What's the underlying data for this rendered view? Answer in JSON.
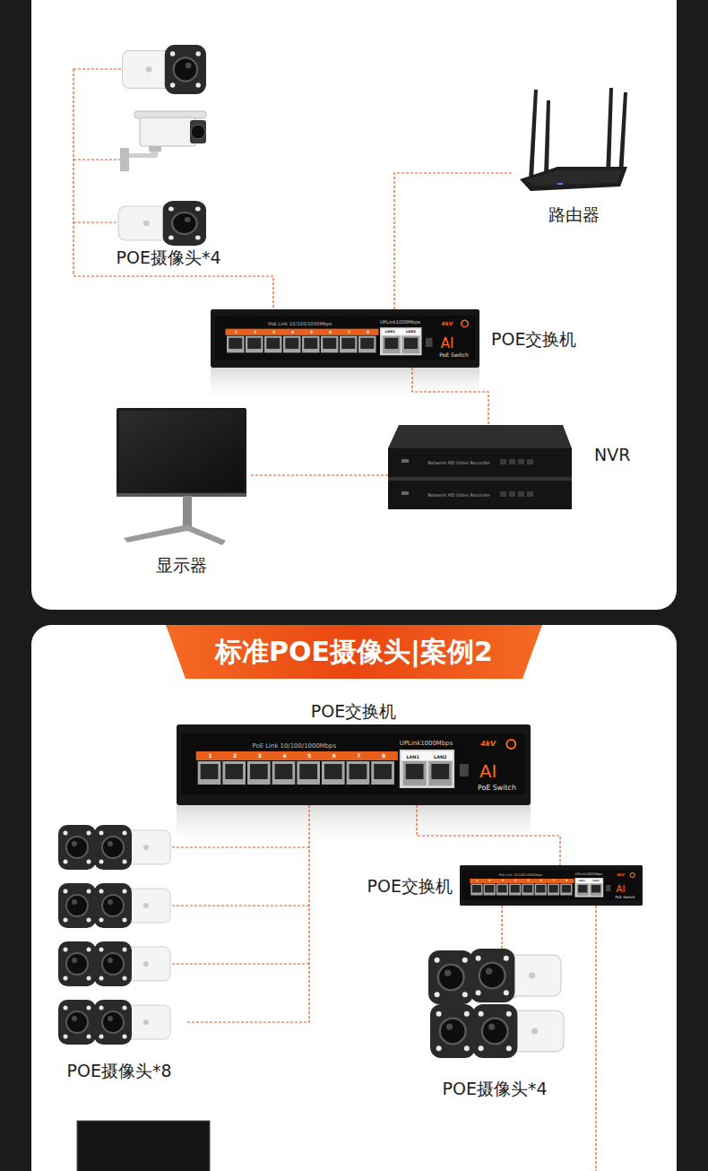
{
  "diagram": {
    "nodes": [
      {
        "text": [
          "POE摄像头*4"
        ]
      },
      {
        "text": [
          "路由器"
        ]
      },
      {
        "text": [
          "POE交换机"
        ]
      },
      {
        "text": [
          "显示器"
        ]
      },
      {
        "text": [
          "NVR"
        ]
      },
      {
        "text": [
          "标准POE摄像头|案例2"
        ]
      },
      {
        "text": [
          "POE交换机"
        ]
      },
      {
        "text": [
          "POE摄像头*8"
        ]
      },
      {
        "text": [
          "POE交换机"
        ]
      },
      {
        "text": [
          "POE摄像头*4"
        ]
      }
    ],
    "edges": [
      {
        "from": 0,
        "to": 2,
        "arrow": "none"
      },
      {
        "from": 2,
        "to": 1,
        "arrow": "none"
      },
      {
        "from": 2,
        "to": 4,
        "arrow": "none"
      },
      {
        "from": 4,
        "to": 3,
        "arrow": "none"
      },
      {
        "from": 6,
        "to": 7,
        "arrow": "none"
      },
      {
        "from": 6,
        "to": 8,
        "arrow": "none"
      },
      {
        "from": 8,
        "to": 9,
        "arrow": "none"
      }
    ],
    "labels": [
      "PoE Link 10/100/1000Mbps",
      "1",
      "2",
      "3",
      "4",
      "5",
      "6",
      "7",
      "8",
      "UPLink1000Mbps",
      "LAN1",
      "LAN2",
      "4kV",
      "AI",
      "PoE Switch",
      "Network HD Video Recorder",
      "Network HD Video Recorder",
      "PoE Link 10/100/1000Mbps",
      "1",
      "2",
      "3",
      "4",
      "5",
      "6",
      "7",
      "8",
      "UPLink1000Mbps",
      "LAN1",
      "LAN2",
      "4kV",
      "AI",
      "PoE Switch",
      "PoE Link 10/100/1000Mbps",
      "1",
      "2",
      "3",
      "4",
      "5",
      "6",
      "7",
      "8",
      "UPLink1000Mbps",
      "LAN1",
      "LAN2",
      "4kV",
      "AI",
      "PoE Switch"
    ]
  }
}
